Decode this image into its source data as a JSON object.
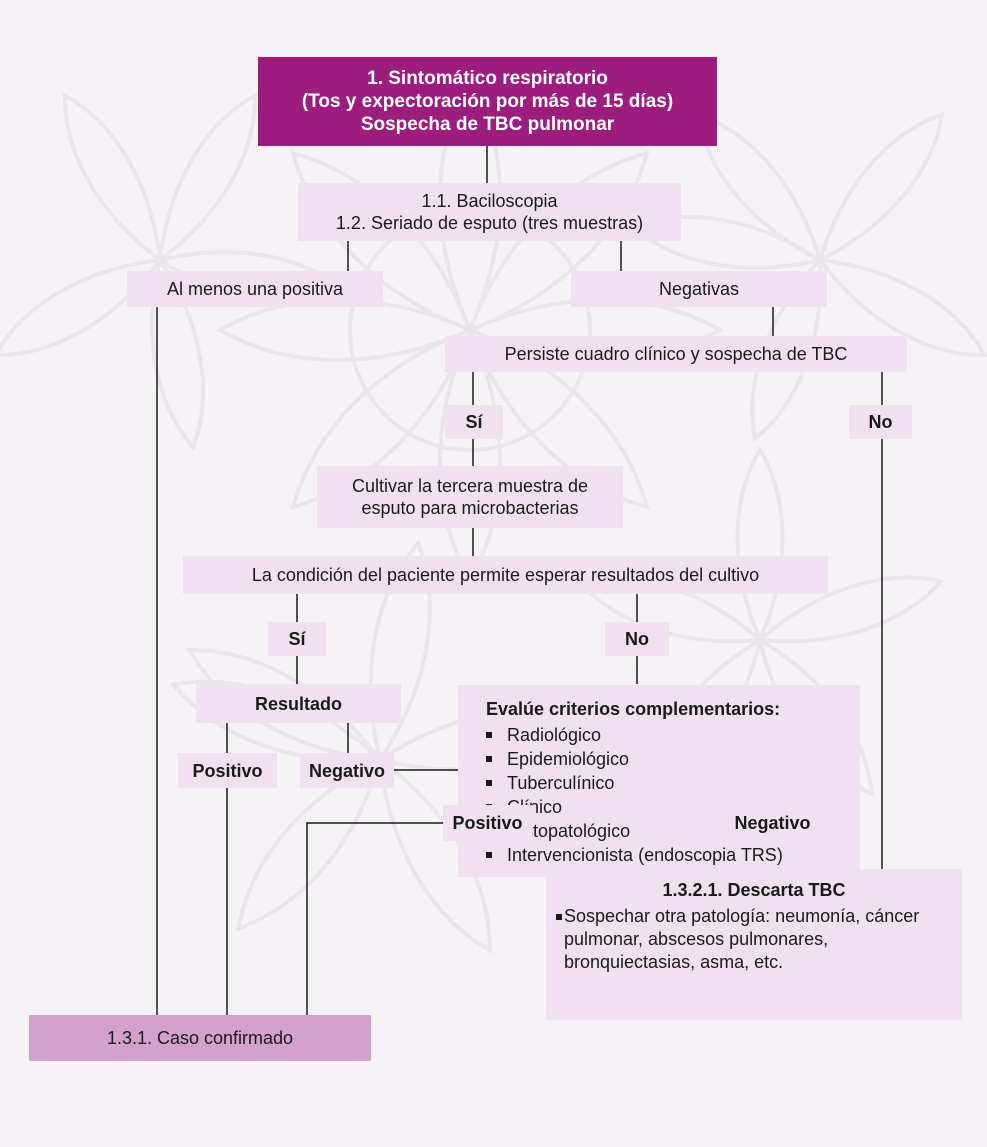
{
  "start": {
    "line1": "1. Sintomático respiratorio",
    "line2": "(Tos y expectoración por más de 15 días)",
    "line3": "Sospecha de TBC pulmonar"
  },
  "bacilo": {
    "line1": "1.1. Baciloscopia",
    "line2": "1.2. Seriado de esputo (tres muestras)"
  },
  "positive_one": "Al menos una positiva",
  "negatives": "Negativas",
  "persists": "Persiste cuadro clínico y sospecha de TBC",
  "yes1": "Sí",
  "no1": "No",
  "culture": {
    "line1": "Cultivar la tercera muestra de",
    "line2": "esputo para microbacterias"
  },
  "condition": "La condición del paciente permite esperar resultados del cultivo",
  "yes2": "Sí",
  "no2": "No",
  "result": "Resultado",
  "positive1": "Positivo",
  "negative1": "Negativo",
  "criteria": {
    "title": "Evalúe criterios complementarios:",
    "items": [
      "Radiológico",
      "Epidemiológico",
      "Tuberculínico",
      "Clínico",
      "Histopatológico",
      "Intervencionista (endoscopia TRS)"
    ]
  },
  "positive2": "Positivo",
  "negative2": "Negativo",
  "confirmed": "1.3.1. Caso confirmado",
  "discard": {
    "title": "1.3.2.1. Descarta TBC",
    "text": "Sospechar otra patología: neumonía, cáncer pulmonar, abscesos pulmonares, bronquiectasias, asma, etc."
  },
  "colors": {
    "top_fill": "#9c1d7e",
    "node_fill": "#f1e1f0",
    "confirmed_fill": "#d3a1cd",
    "background": "#f5f3f6"
  }
}
